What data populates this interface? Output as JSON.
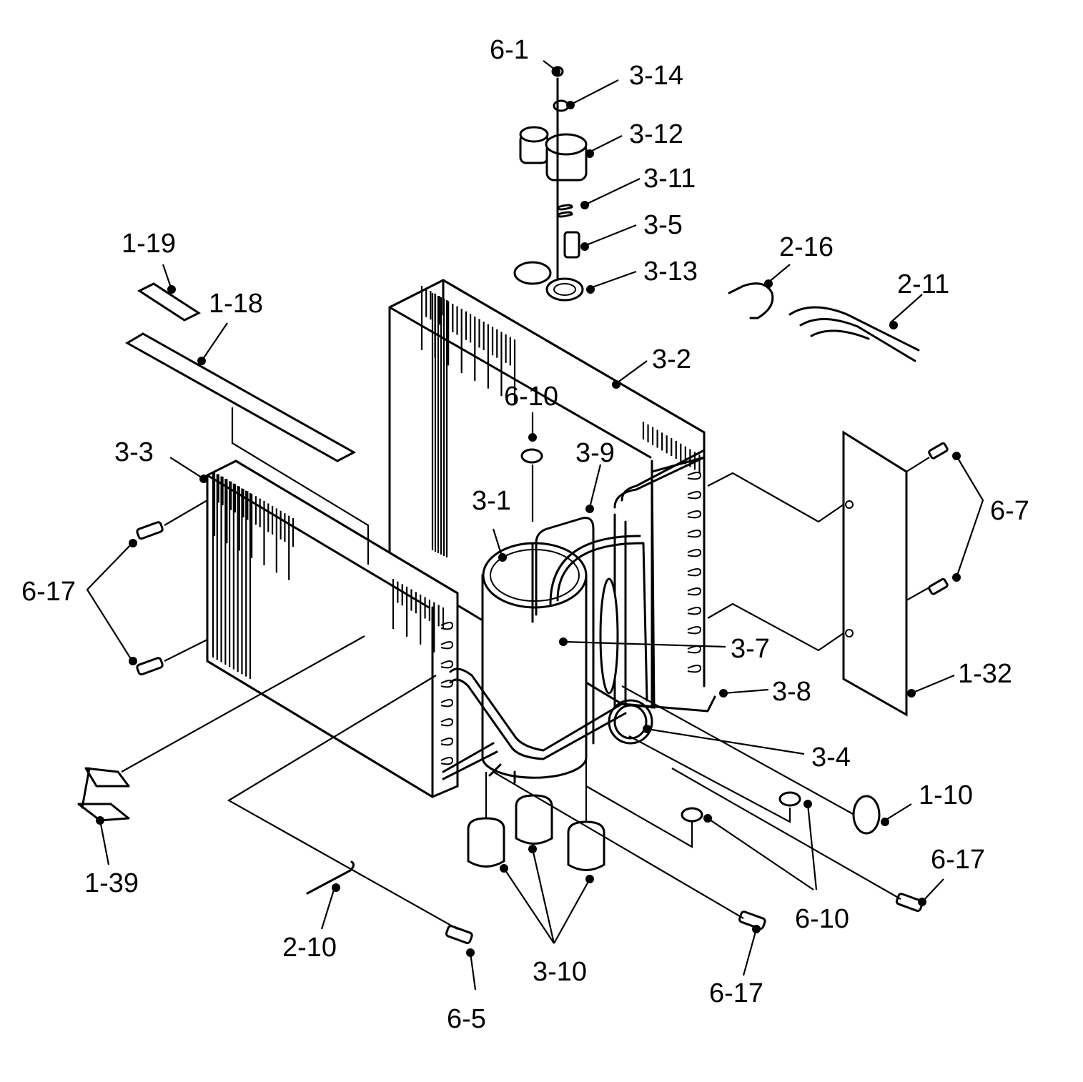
{
  "callouts": [
    {
      "id": "c-6-1",
      "label": "6-1"
    },
    {
      "id": "c-3-14",
      "label": "3-14"
    },
    {
      "id": "c-3-12",
      "label": "3-12"
    },
    {
      "id": "c-3-11",
      "label": "3-11"
    },
    {
      "id": "c-3-5",
      "label": "3-5"
    },
    {
      "id": "c-3-13",
      "label": "3-13"
    },
    {
      "id": "c-1-19",
      "label": "1-19"
    },
    {
      "id": "c-1-18",
      "label": "1-18"
    },
    {
      "id": "c-2-16",
      "label": "2-16"
    },
    {
      "id": "c-2-11",
      "label": "2-11"
    },
    {
      "id": "c-3-2",
      "label": "3-2"
    },
    {
      "id": "c-6-10-top",
      "label": "6-10"
    },
    {
      "id": "c-3-9",
      "label": "3-9"
    },
    {
      "id": "c-3-3",
      "label": "3-3"
    },
    {
      "id": "c-3-1",
      "label": "3-1"
    },
    {
      "id": "c-6-7",
      "label": "6-7"
    },
    {
      "id": "c-6-17-left",
      "label": "6-17"
    },
    {
      "id": "c-3-7",
      "label": "3-7"
    },
    {
      "id": "c-1-32",
      "label": "1-32"
    },
    {
      "id": "c-3-8",
      "label": "3-8"
    },
    {
      "id": "c-3-4",
      "label": "3-4"
    },
    {
      "id": "c-1-10",
      "label": "1-10"
    },
    {
      "id": "c-6-17-right",
      "label": "6-17"
    },
    {
      "id": "c-1-39",
      "label": "1-39"
    },
    {
      "id": "c-6-10-bottom",
      "label": "6-10"
    },
    {
      "id": "c-2-10",
      "label": "2-10"
    },
    {
      "id": "c-3-10",
      "label": "3-10"
    },
    {
      "id": "c-6-17-bottom",
      "label": "6-17"
    },
    {
      "id": "c-6-5",
      "label": "6-5"
    }
  ]
}
